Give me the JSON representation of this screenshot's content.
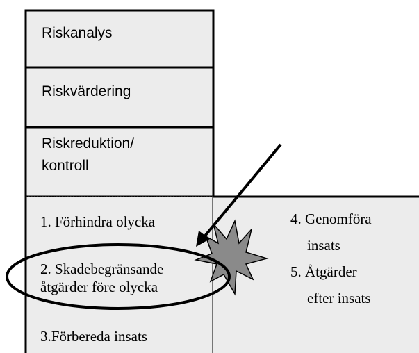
{
  "risk_process": {
    "riskanalys": "Riskanalys",
    "riskvardering": "Riskvärdering",
    "riskreduktion_line1": "Riskreduktion/",
    "riskreduktion_line2": "kontroll"
  },
  "measures_left": {
    "item1": "1. Förhindra olycka",
    "item2_line1": "2. Skadebegränsande",
    "item2_line2": "åtgärder före olycka",
    "item3": "3.Förbereda insats"
  },
  "measures_right": {
    "item4_line1": "4. Genomföra",
    "item4_line2": "insats",
    "item5_line1": "5. Åtgärder",
    "item5_line2": "efter insats"
  },
  "colors": {
    "panel_fill": "#ececec",
    "explosion_fill": "#8a8a8a",
    "stroke": "#000000"
  },
  "icons": {
    "explosion": "explosion-starburst-icon",
    "arrow": "impact-arrow-icon",
    "highlight": "highlight-ellipse"
  }
}
